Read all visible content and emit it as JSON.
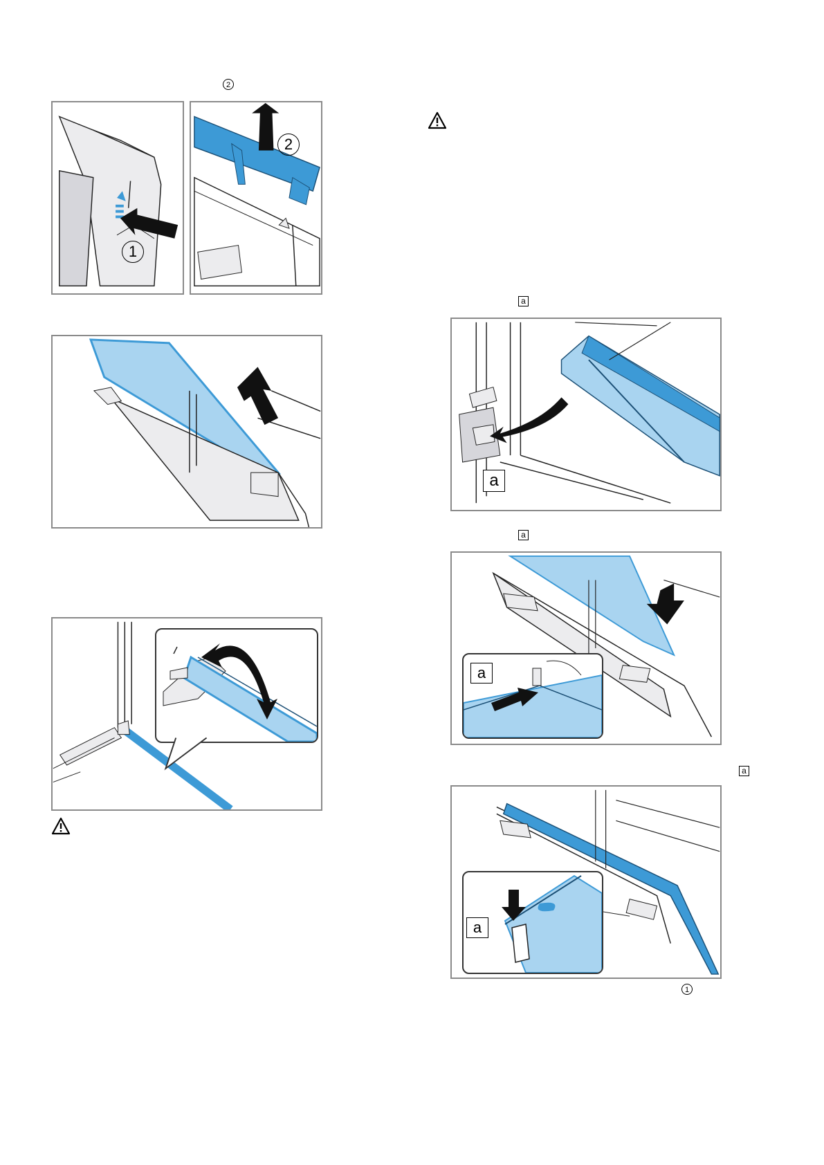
{
  "markers": {
    "step_two_ref": "2",
    "label_a_1": "a",
    "label_a_2": "a",
    "label_a_3": "a",
    "step_one_ref": "1"
  },
  "figures": {
    "fig1a": {
      "circle_label": "1"
    },
    "fig1b": {
      "circle_label": "2"
    },
    "fig4": {
      "callout": "a"
    },
    "fig5": {
      "callout": "a"
    },
    "fig6": {
      "callout": "a"
    }
  },
  "colors": {
    "blue": "#3d9ad6",
    "light_blue": "#a9d4f0",
    "frame": "#8a8a8a",
    "grey": "#d6d6db"
  }
}
